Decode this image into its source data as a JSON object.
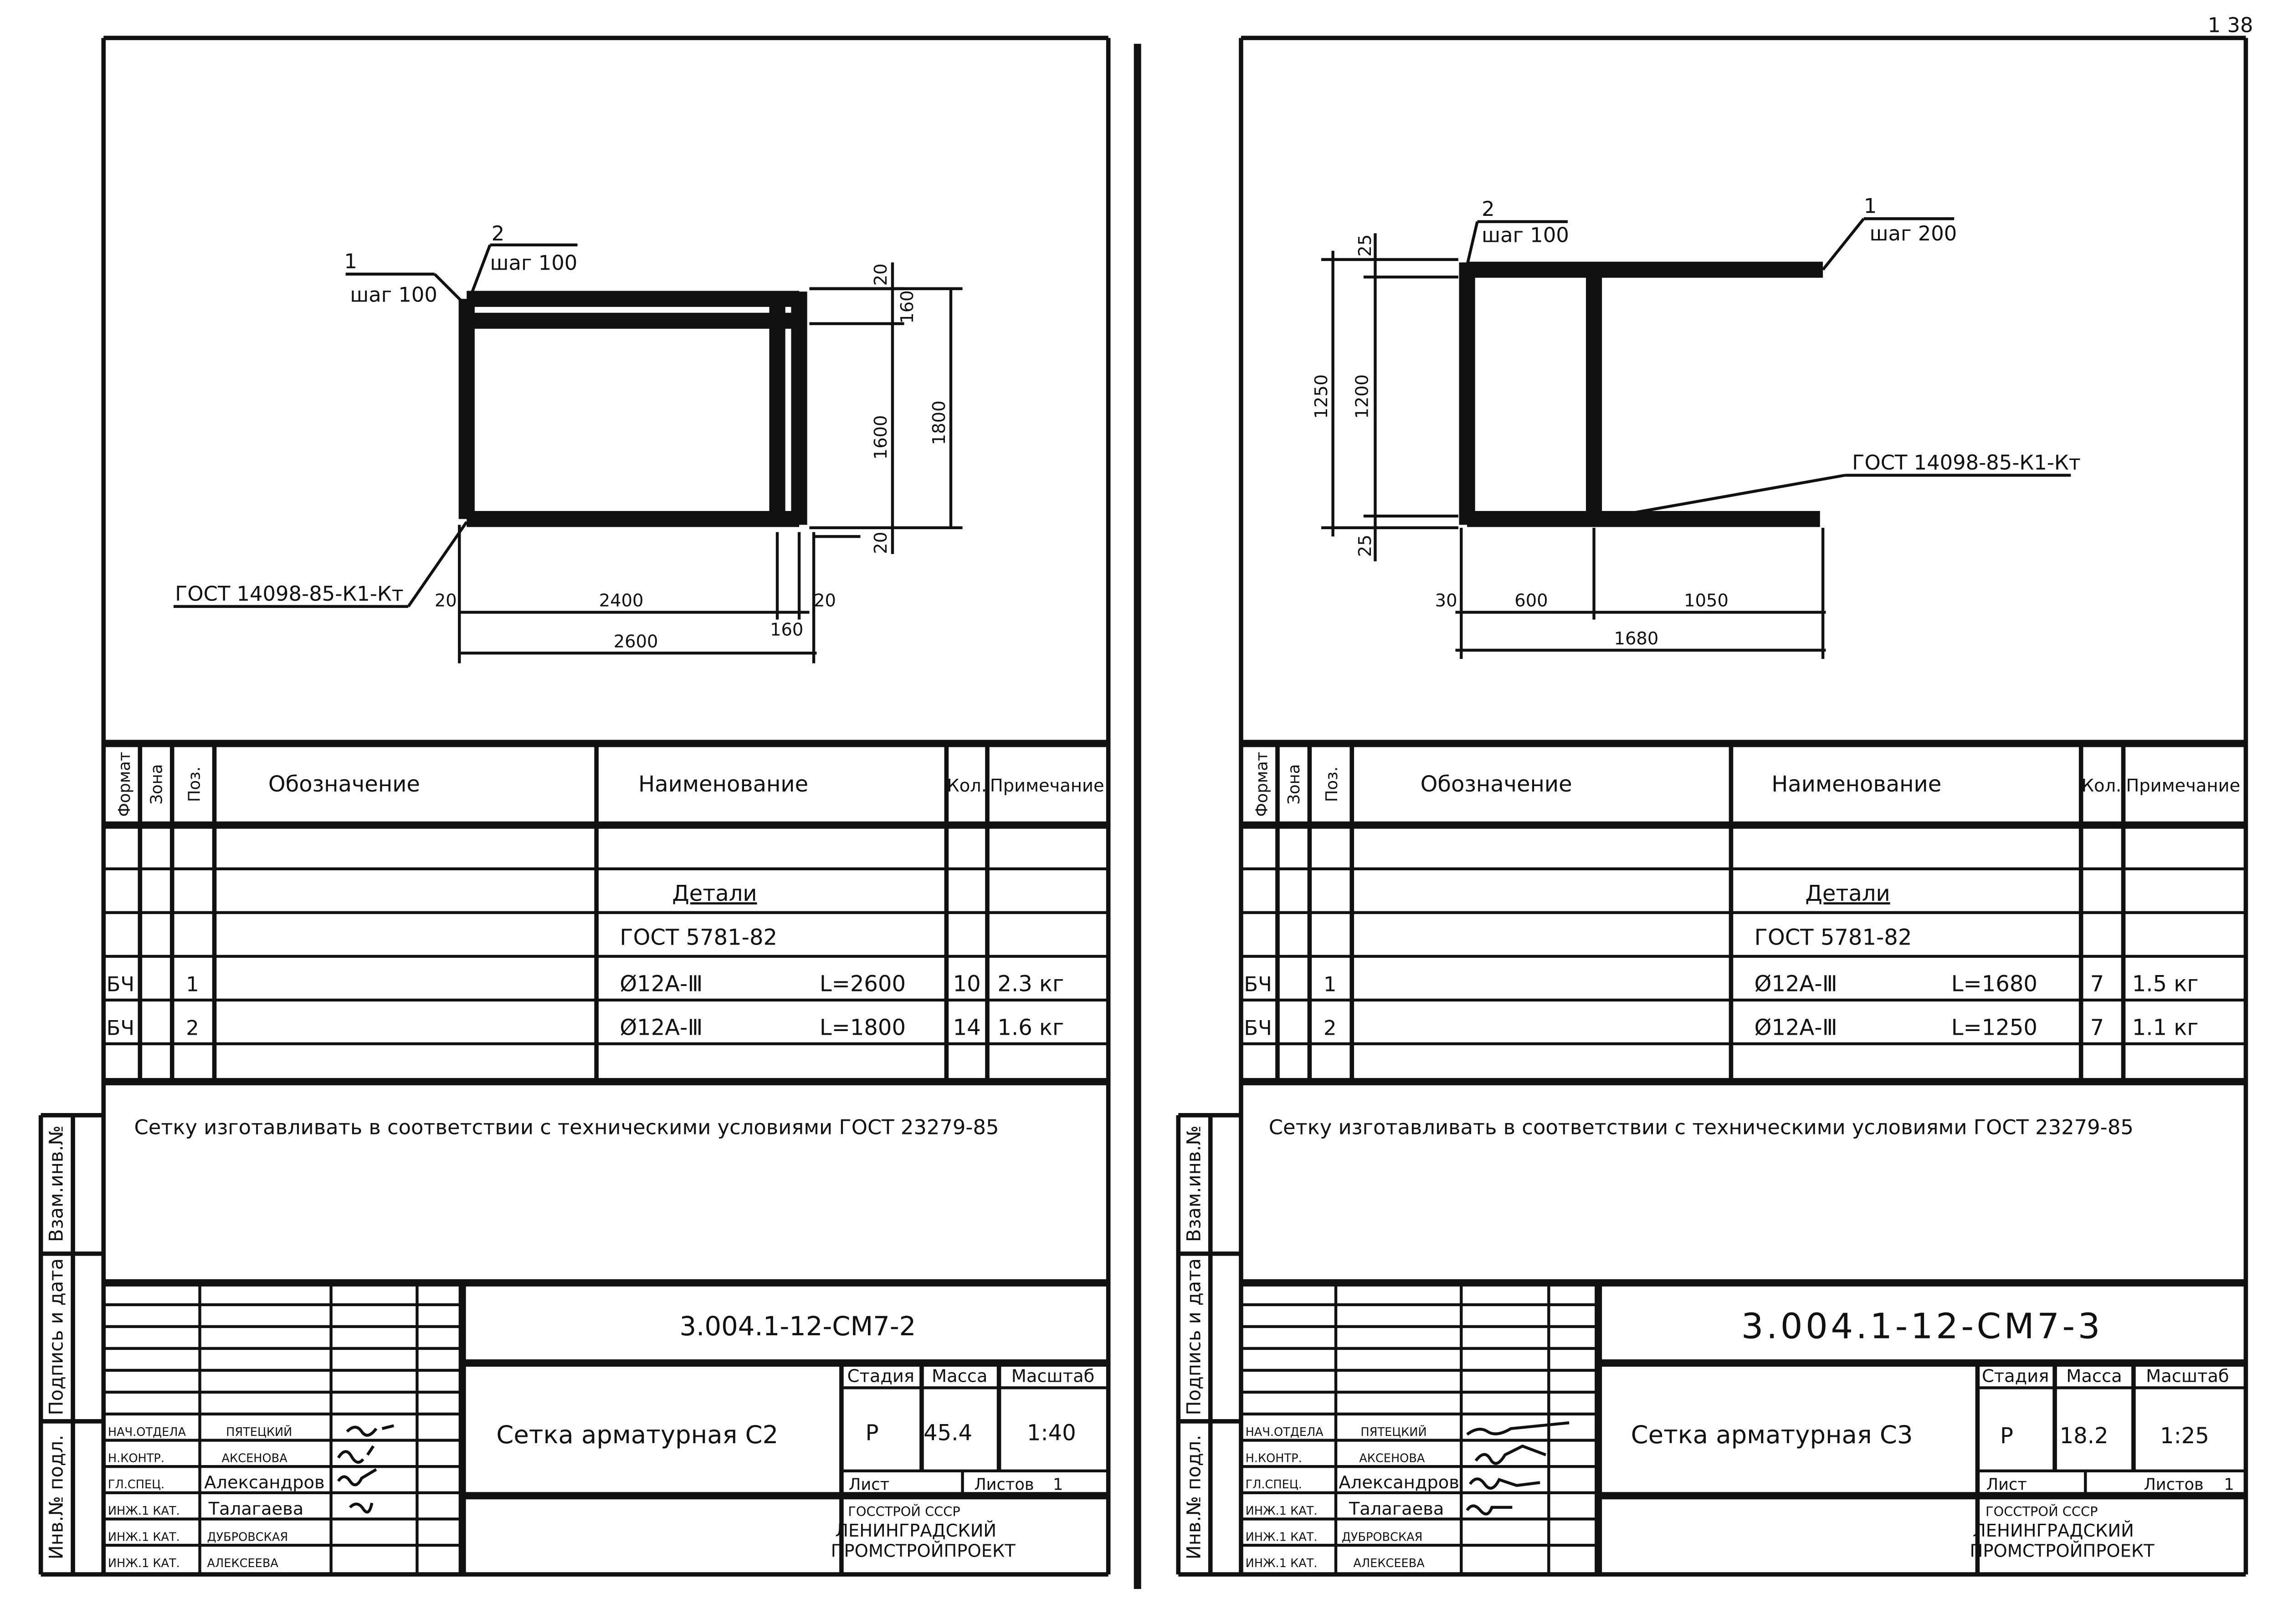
{
  "page_number": "1 38",
  "sheets": [
    {
      "drawing": {
        "bar1": {
          "num": "1",
          "step": "шаг 100"
        },
        "bar2": {
          "num": "2",
          "step": "шаг 100"
        },
        "weld": "ГОСТ 14098-85-К1-Кт",
        "dims": {
          "left": "20",
          "main": "2400",
          "right": "20",
          "end": "160",
          "total": "2600",
          "v_top": "20",
          "v_in": "160",
          "v_main": "1600",
          "v_bottom": "20",
          "v_total": "1800"
        }
      },
      "spec": {
        "headers": {
          "format": "Формат",
          "zone": "Зона",
          "pos": "Поз.",
          "designation": "Обозначение",
          "name": "Наименование",
          "qty": "Кол.",
          "note": "Примечание"
        },
        "section": "Детали",
        "standard": "ГОСТ 5781-82",
        "rows": [
          {
            "format": "БЧ",
            "pos": "1",
            "name": "Ø12А-Ⅲ",
            "length": "L=2600",
            "qty": "10",
            "note": "2.3 кг"
          },
          {
            "format": "БЧ",
            "pos": "2",
            "name": "Ø12А-Ⅲ",
            "length": "L=1800",
            "qty": "14",
            "note": "1.6 кг"
          }
        ]
      },
      "note": "Сетку изготавливать в соответствии с техническими условиями ГОСТ 23279-85",
      "stamp": {
        "code": "3.004.1-12-СМ7-2",
        "title": "Сетка арматурная С2",
        "stage_label": "Стадия",
        "mass_label": "Масса",
        "scale_label": "Масштаб",
        "stage": "Р",
        "mass": "45.4",
        "scale": "1:40",
        "sheet_label": "Лист",
        "sheets_label": "Листов",
        "sheets_count": "1",
        "org": [
          "ГОССТРОЙ СССР",
          "ЛЕНИНГРАДСКИЙ",
          "ПРОМСТРОЙПРОЕКТ"
        ],
        "people": [
          {
            "role": "НАЧ.ОТДЕЛА",
            "name": "ПЯТЕЦКИЙ"
          },
          {
            "role": "Н.КОНТР.",
            "name": "АКСЕНОВА"
          },
          {
            "role": "ГЛ.СПЕЦ.",
            "name": "Александров"
          },
          {
            "role": "ИНЖ.1 КАТ.",
            "name": "Талагаева"
          },
          {
            "role": "ИНЖ.1 КАТ.",
            "name": "ДУБРОВСКАЯ"
          },
          {
            "role": "ИНЖ.1 КАТ.",
            "name": "АЛЕКСЕЕВА"
          }
        ]
      },
      "side": {
        "a": "Взам.инв.№",
        "b": "Подпись и дата",
        "c": "Инв.№ подл."
      }
    },
    {
      "drawing": {
        "bar1": {
          "num": "1",
          "step": "шаг 200"
        },
        "bar2": {
          "num": "2",
          "step": "шаг 100"
        },
        "weld": "ГОСТ 14098-85-К1-Кт",
        "dims": {
          "left": "30",
          "main": "600",
          "right": "1050",
          "total": "1680",
          "v_top": "25",
          "v_main": "1200",
          "v_bottom": "25",
          "v_total": "1250"
        }
      },
      "spec": {
        "headers": {
          "format": "Формат",
          "zone": "Зона",
          "pos": "Поз.",
          "designation": "Обозначение",
          "name": "Наименование",
          "qty": "Кол.",
          "note": "Примечание"
        },
        "section": "Детали",
        "standard": "ГОСТ 5781-82",
        "rows": [
          {
            "format": "БЧ",
            "pos": "1",
            "name": "Ø12А-Ⅲ",
            "length": "L=1680",
            "qty": "7",
            "note": "1.5 кг"
          },
          {
            "format": "БЧ",
            "pos": "2",
            "name": "Ø12А-Ⅲ",
            "length": "L=1250",
            "qty": "7",
            "note": "1.1 кг"
          }
        ]
      },
      "note": "Сетку изготавливать в соответствии с техническими условиями ГОСТ 23279-85",
      "stamp": {
        "code": "3.004.1-12-СМ7-3",
        "title": "Сетка арматурная С3",
        "stage_label": "Стадия",
        "mass_label": "Масса",
        "scale_label": "Масштаб",
        "stage": "Р",
        "mass": "18.2",
        "scale": "1:25",
        "sheet_label": "Лист",
        "sheets_label": "Листов",
        "sheets_count": "1",
        "org": [
          "ГОССТРОЙ СССР",
          "ЛЕНИНГРАДСКИЙ",
          "ПРОМСТРОЙПРОЕКТ"
        ],
        "people": [
          {
            "role": "НАЧ.ОТДЕЛА",
            "name": "ПЯТЕЦКИЙ"
          },
          {
            "role": "Н.КОНТР.",
            "name": "АКСЕНОВА"
          },
          {
            "role": "ГЛ.СПЕЦ.",
            "name": "Александров"
          },
          {
            "role": "ИНЖ.1 КАТ.",
            "name": "Талагаева"
          },
          {
            "role": "ИНЖ.1 КАТ.",
            "name": "ДУБРОВСКАЯ"
          },
          {
            "role": "ИНЖ.1 КАТ.",
            "name": "АЛЕКСЕЕВА"
          }
        ]
      },
      "side": {
        "a": "Взам.инв.№",
        "b": "Подпись и дата",
        "c": "Инв.№ подл."
      }
    }
  ]
}
